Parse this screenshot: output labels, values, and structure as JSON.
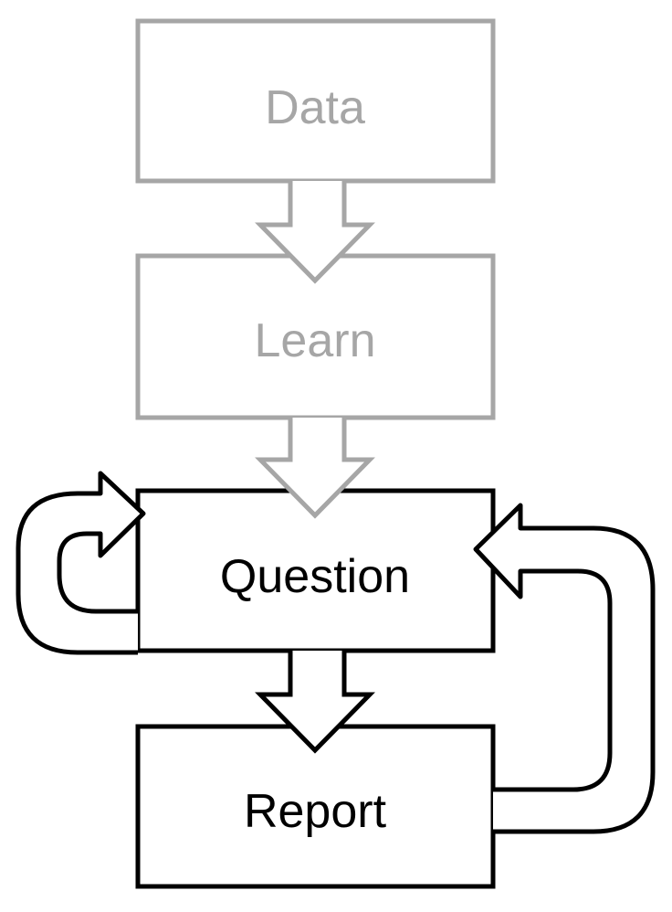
{
  "colors": {
    "muted": "#a6a6a6",
    "active": "#000000",
    "background": "#ffffff"
  },
  "nodes": {
    "data": {
      "label": "Data"
    },
    "learn": {
      "label": "Learn"
    },
    "question": {
      "label": "Question"
    },
    "report": {
      "label": "Report"
    }
  }
}
